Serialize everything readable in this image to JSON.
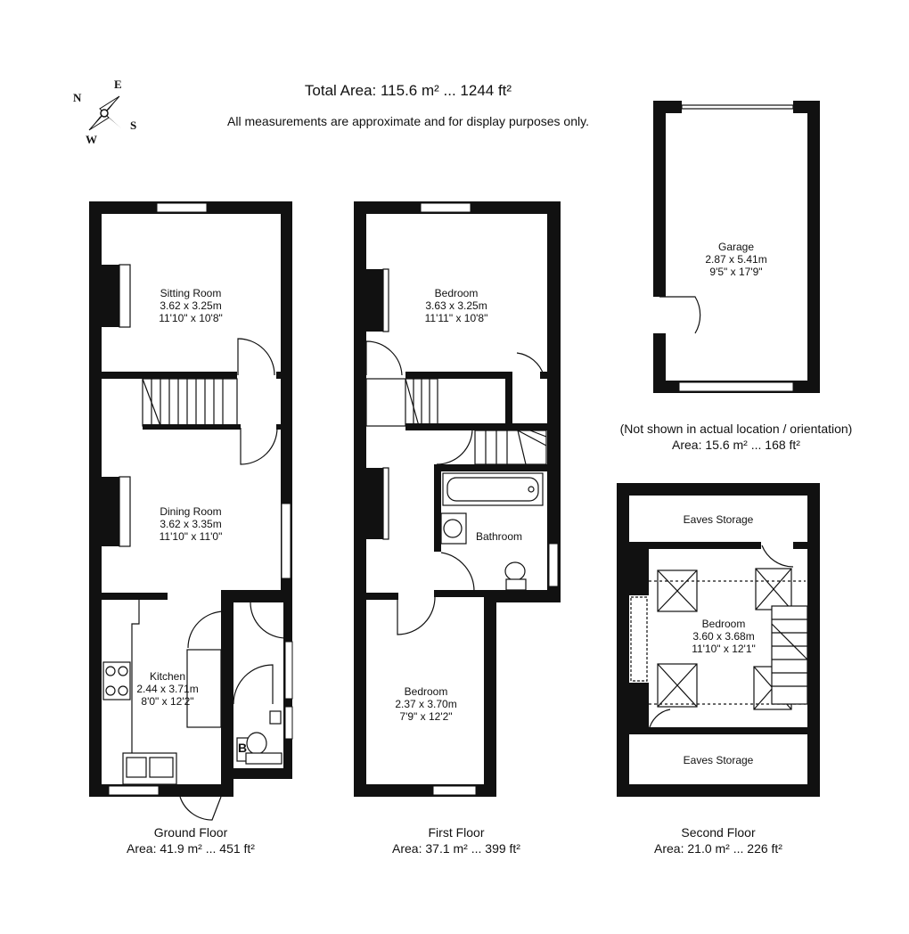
{
  "header": {
    "total": "Total Area: 115.6 m² ... 1244 ft²",
    "note": "All measurements are approximate and for display purposes only."
  },
  "compass": {
    "n": "N",
    "e": "E",
    "s": "S",
    "w": "W"
  },
  "ground_floor": {
    "title": "Ground Floor",
    "area": "Area: 41.9 m² ... 451 ft²",
    "rooms": {
      "sitting": {
        "name": "Sitting Room",
        "metric": "3.62 x 3.25m",
        "imperial": "11'10\" x 10'8\""
      },
      "dining": {
        "name": "Dining Room",
        "metric": "3.62 x 3.35m",
        "imperial": "11'10\" x 11'0\""
      },
      "kitchen": {
        "name": "Kitchen",
        "metric": "2.44 x 3.71m",
        "imperial": "8'0\" x 12'2\""
      }
    },
    "boiler_label": "B"
  },
  "first_floor": {
    "title": "First Floor",
    "area": "Area: 37.1 m² ... 399 ft²",
    "rooms": {
      "bedroom1": {
        "name": "Bedroom",
        "metric": "3.63 x 3.25m",
        "imperial": "11'11\" x 10'8\""
      },
      "bathroom": {
        "name": "Bathroom"
      },
      "bedroom2": {
        "name": "Bedroom",
        "metric": "2.37 x 3.70m",
        "imperial": "7'9\" x 12'2\""
      }
    }
  },
  "second_floor": {
    "title": "Second Floor",
    "area": "Area: 21.0 m² ... 226 ft²",
    "rooms": {
      "eaves_top": {
        "name": "Eaves Storage"
      },
      "bedroom": {
        "name": "Bedroom",
        "metric": "3.60 x 3.68m",
        "imperial": "11'10\" x 12'1\""
      },
      "eaves_bottom": {
        "name": "Eaves Storage"
      }
    }
  },
  "garage": {
    "name": "Garage",
    "metric": "2.87 x 5.41m",
    "imperial": "9'5\" x 17'9\"",
    "note": "(Not shown in actual location / orientation)",
    "area": "Area: 15.6 m² ... 168 ft²"
  }
}
